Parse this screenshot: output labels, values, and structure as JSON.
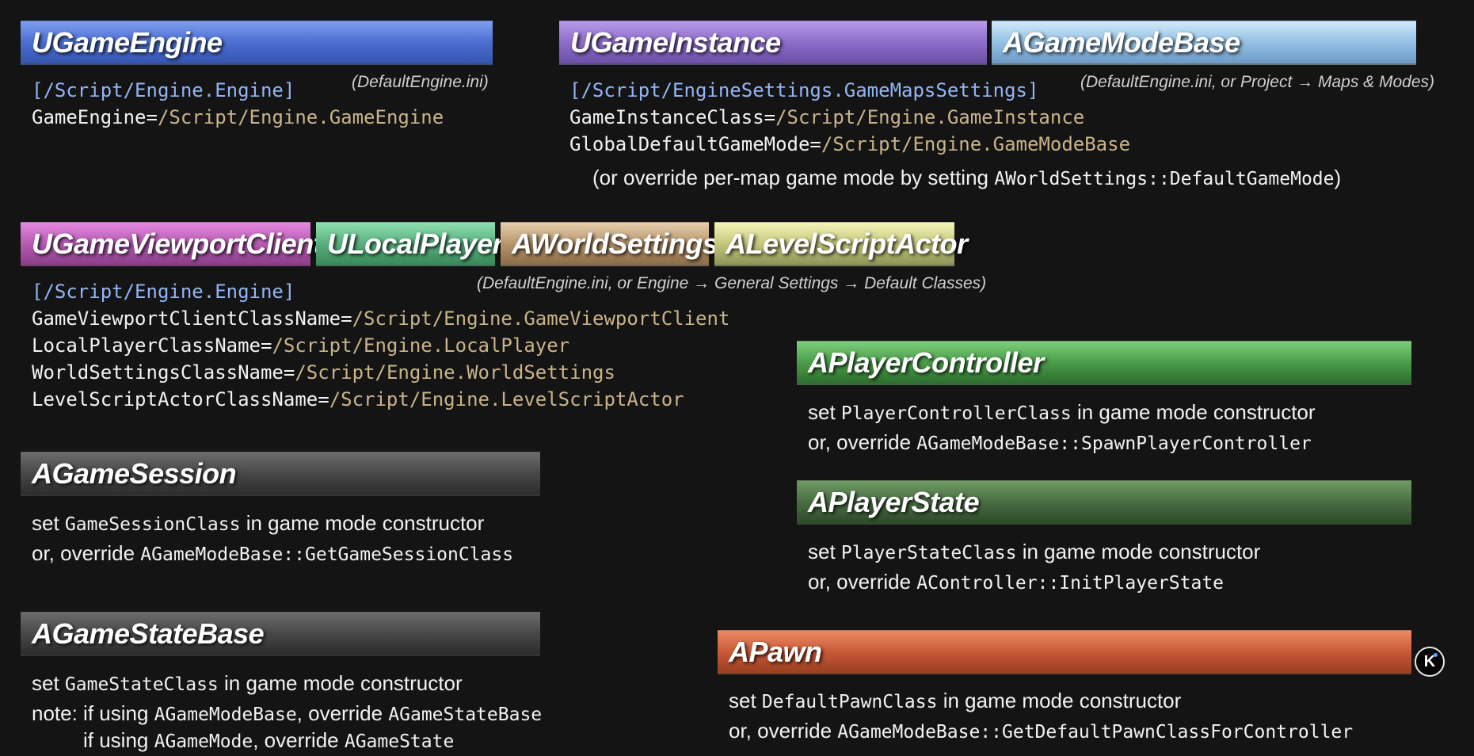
{
  "ugameengine": {
    "header": "UGameEngine",
    "note": "(DefaultEngine.ini)",
    "section": "[/Script/Engine.Engine]",
    "key": "GameEngine=",
    "value": "/Script/Engine.GameEngine"
  },
  "ugameinstance": {
    "header": "UGameInstance",
    "section": "[/Script/EngineSettings.GameMapsSettings]",
    "line1_key": "GameInstanceClass=",
    "line1_value": "/Script/Engine.GameInstance",
    "line2_key": "GlobalDefaultGameMode=",
    "line2_value": "/Script/Engine.GameModeBase",
    "override_pre": "(or override per-map game mode by setting ",
    "override_code": "AWorldSettings::DefaultGameMode",
    "override_post": ")"
  },
  "agamemodebase": {
    "header": "AGameModeBase",
    "note": "(DefaultEngine.ini, or Project → Maps & Modes)"
  },
  "classes_row": {
    "h_viewport": "UGameViewportClient",
    "h_localplayer": "ULocalPlayer",
    "h_worldsettings": "AWorldSettings",
    "h_levelscript": "ALevelScriptActor",
    "note": "(DefaultEngine.ini, or Engine → General Settings → Default Classes)",
    "section": "[/Script/Engine.Engine]",
    "l1_key": "GameViewportClientClassName=",
    "l1_value": "/Script/Engine.GameViewportClient",
    "l2_key": "LocalPlayerClassName=",
    "l2_value": "/Script/Engine.LocalPlayer",
    "l3_key": "WorldSettingsClassName=",
    "l3_value": "/Script/Engine.WorldSettings",
    "l4_key": "LevelScriptActorClassName=",
    "l4_value": "/Script/Engine.LevelScriptActor"
  },
  "agamesession": {
    "header": "AGameSession",
    "l1_pre": "set ",
    "l1_code": "GameSessionClass",
    "l1_post": " in game mode constructor",
    "l2_pre": "or, override ",
    "l2_code": "AGameModeBase::GetGameSessionClass"
  },
  "agamestatebase": {
    "header": "AGameStateBase",
    "l1_pre": "set ",
    "l1_code": "GameStateClass",
    "l1_post": " in game mode constructor",
    "l2_pre": "note: if using ",
    "l2_code1": "AGameModeBase",
    "l2_mid": ", override ",
    "l2_code2": "AGameStateBase",
    "l3_pre": "if using ",
    "l3_code1": "AGameMode",
    "l3_mid": ", override ",
    "l3_code2": "AGameState"
  },
  "aplayercontroller": {
    "header": "APlayerController",
    "l1_pre": "set ",
    "l1_code": "PlayerControllerClass",
    "l1_post": " in game mode constructor",
    "l2_pre": "or, override ",
    "l2_code": "AGameModeBase::SpawnPlayerController"
  },
  "aplayerstate": {
    "header": "APlayerState",
    "l1_pre": "set ",
    "l1_code": "PlayerStateClass",
    "l1_post": " in game mode constructor",
    "l2_pre": "or, override ",
    "l2_code": "AController::InitPlayerState"
  },
  "apawn": {
    "header": "APawn",
    "l1_pre": "set ",
    "l1_code": "DefaultPawnClass",
    "l1_post": " in game mode constructor",
    "l2_pre": "or, override ",
    "l2_code": "AGameModeBase::GetDefaultPawnClassForController"
  },
  "badge": {
    "label": "K",
    "icon": "k-logo-icon"
  }
}
